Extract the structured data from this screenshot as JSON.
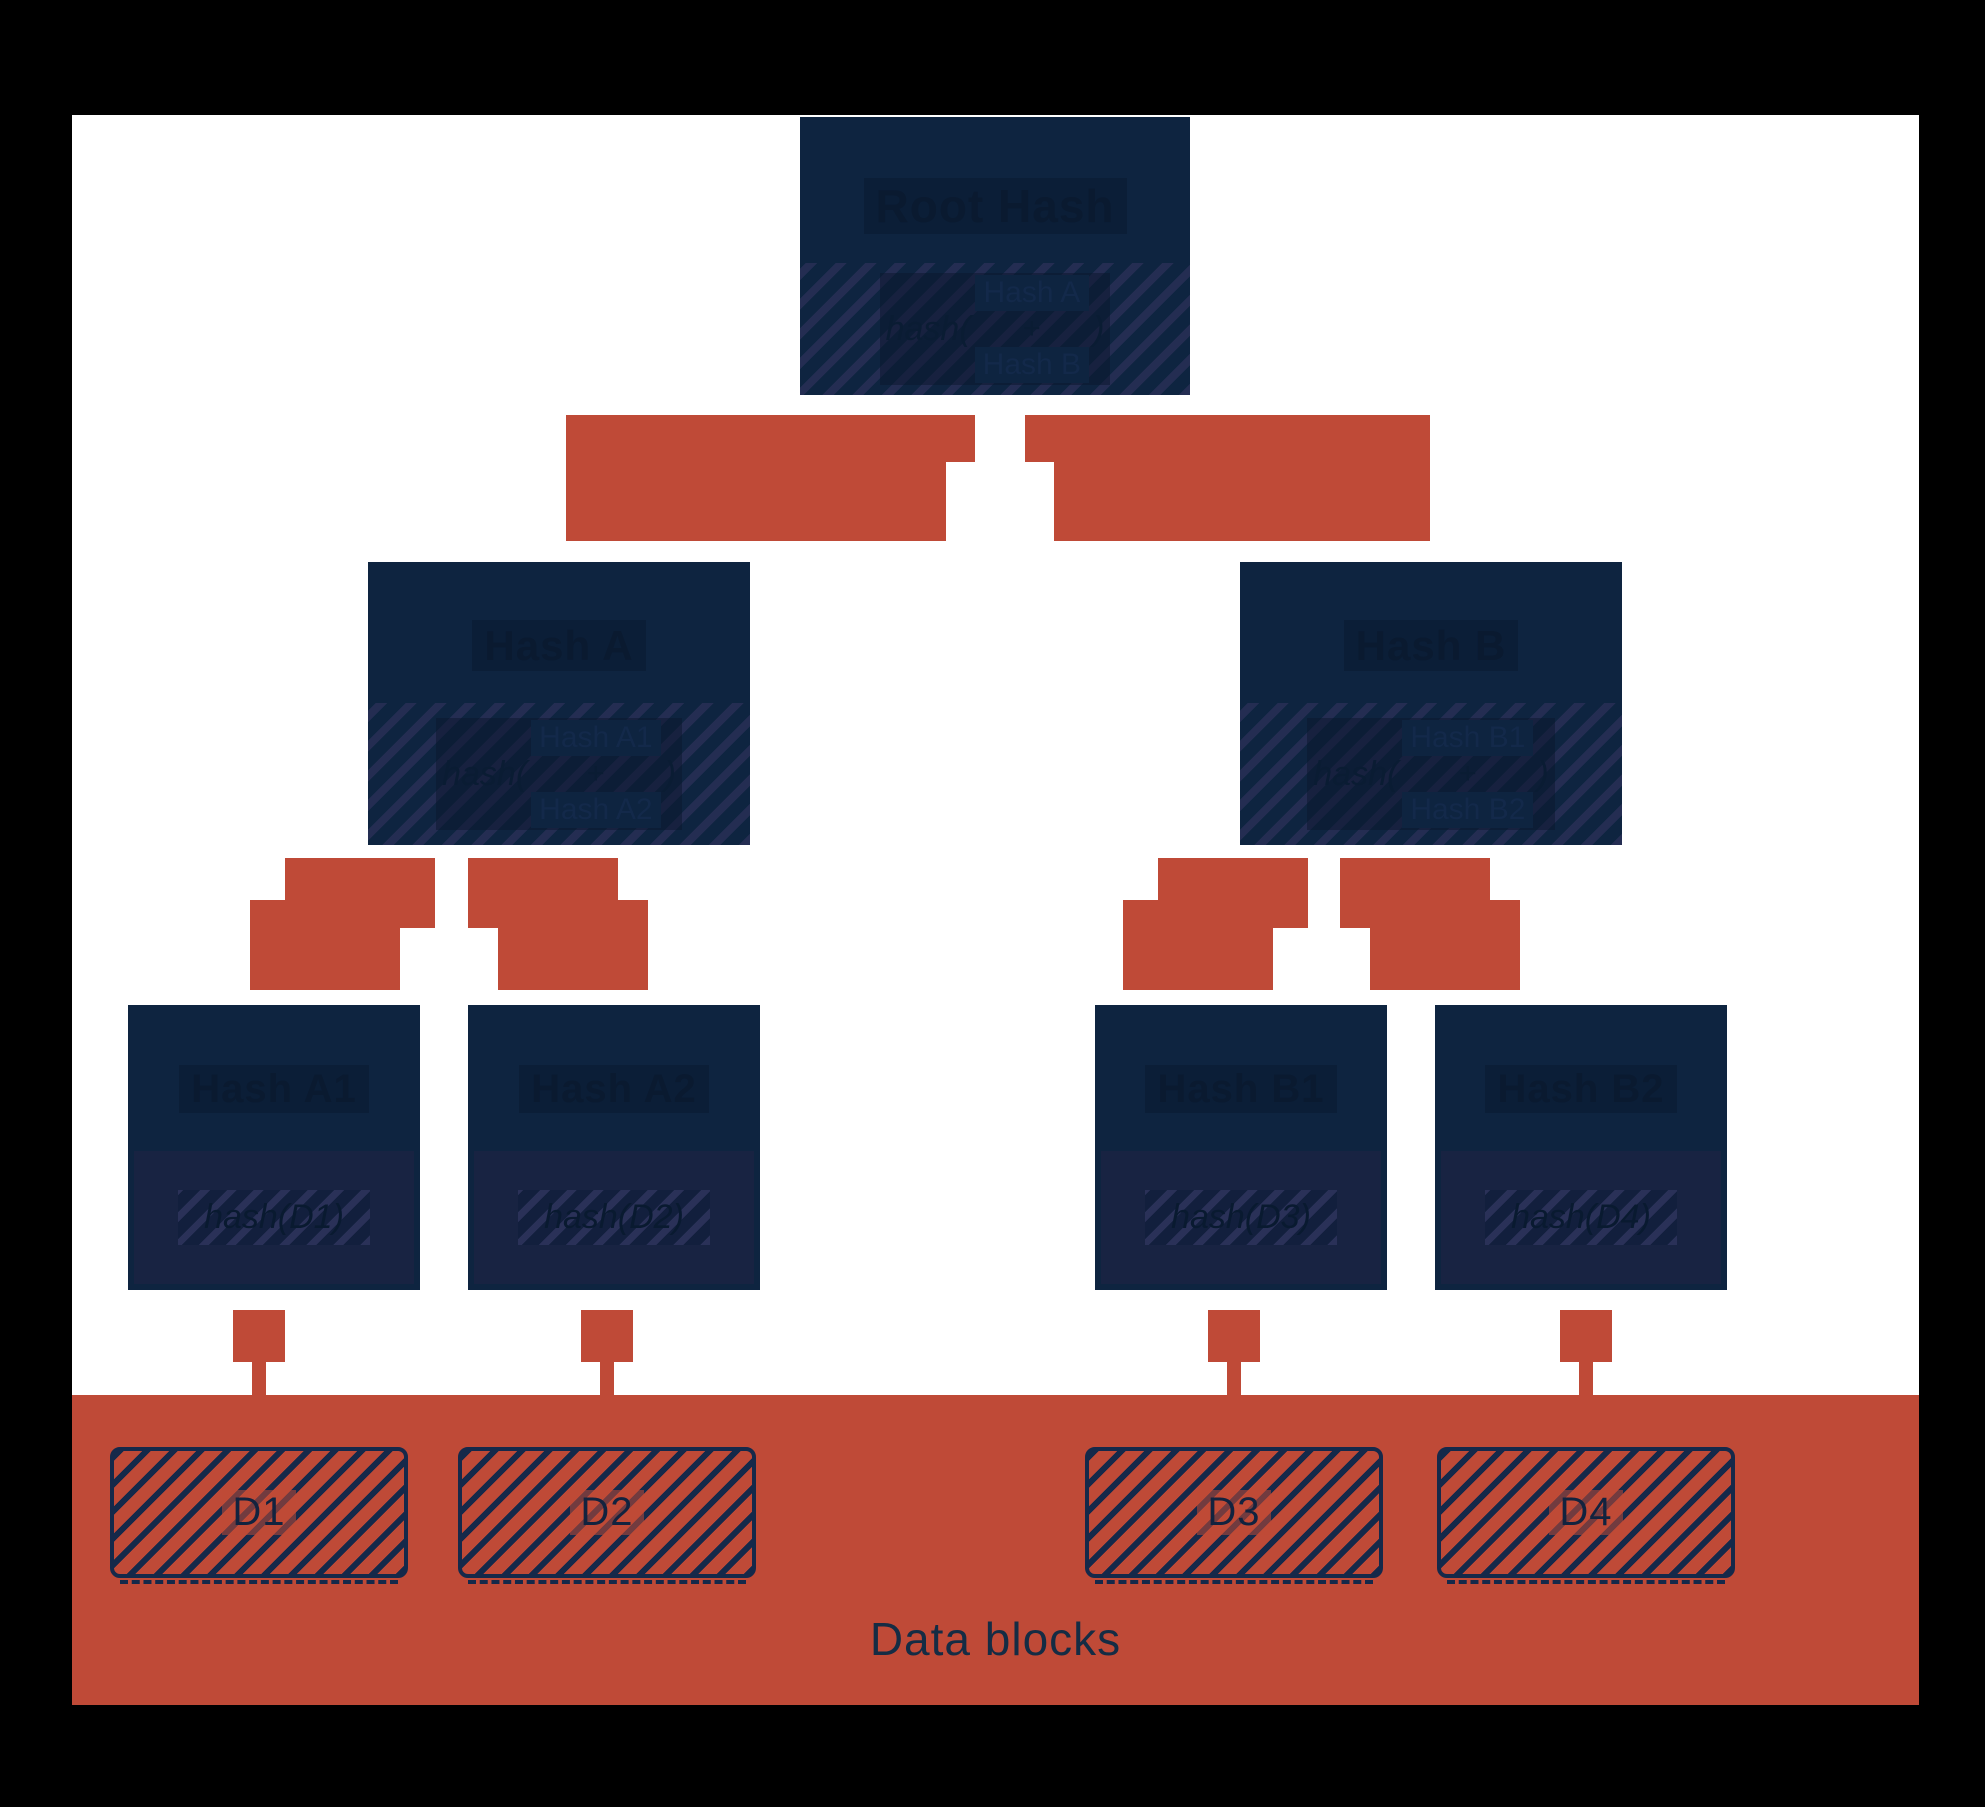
{
  "colors": {
    "page_background": "#000000",
    "canvas_background": "#ffffff",
    "node_navy": "#0e2440",
    "node_band_navy": "#182342",
    "stripe_highlight": "#242d52",
    "connector_red": "#bf4a37",
    "text_navy": "#0a1c33"
  },
  "nodes": {
    "root": {
      "title": "Root Hash",
      "f_open": "hash(",
      "top": "Hash A",
      "op": "+",
      "bottom": "Hash B",
      "f_close": ")"
    },
    "a": {
      "title": "Hash A",
      "f_open": "hash(",
      "top": "Hash A1",
      "op": "+",
      "bottom": "Hash A2",
      "f_close": ")"
    },
    "b": {
      "title": "Hash B",
      "f_open": "hash(",
      "top": "Hash B1",
      "op": "+",
      "bottom": "Hash B2",
      "f_close": ")"
    },
    "a1": {
      "title": "Hash A1",
      "formula": "hash(D1)"
    },
    "a2": {
      "title": "Hash A2",
      "formula": "hash(D2)"
    },
    "b1": {
      "title": "Hash B1",
      "formula": "hash(D3)"
    },
    "b2": {
      "title": "Hash B2",
      "formula": "hash(D4)"
    }
  },
  "data_blocks": {
    "label": "Data blocks",
    "items": [
      {
        "label": "D1"
      },
      {
        "label": "D2"
      },
      {
        "label": "D3"
      },
      {
        "label": "D4"
      }
    ]
  }
}
